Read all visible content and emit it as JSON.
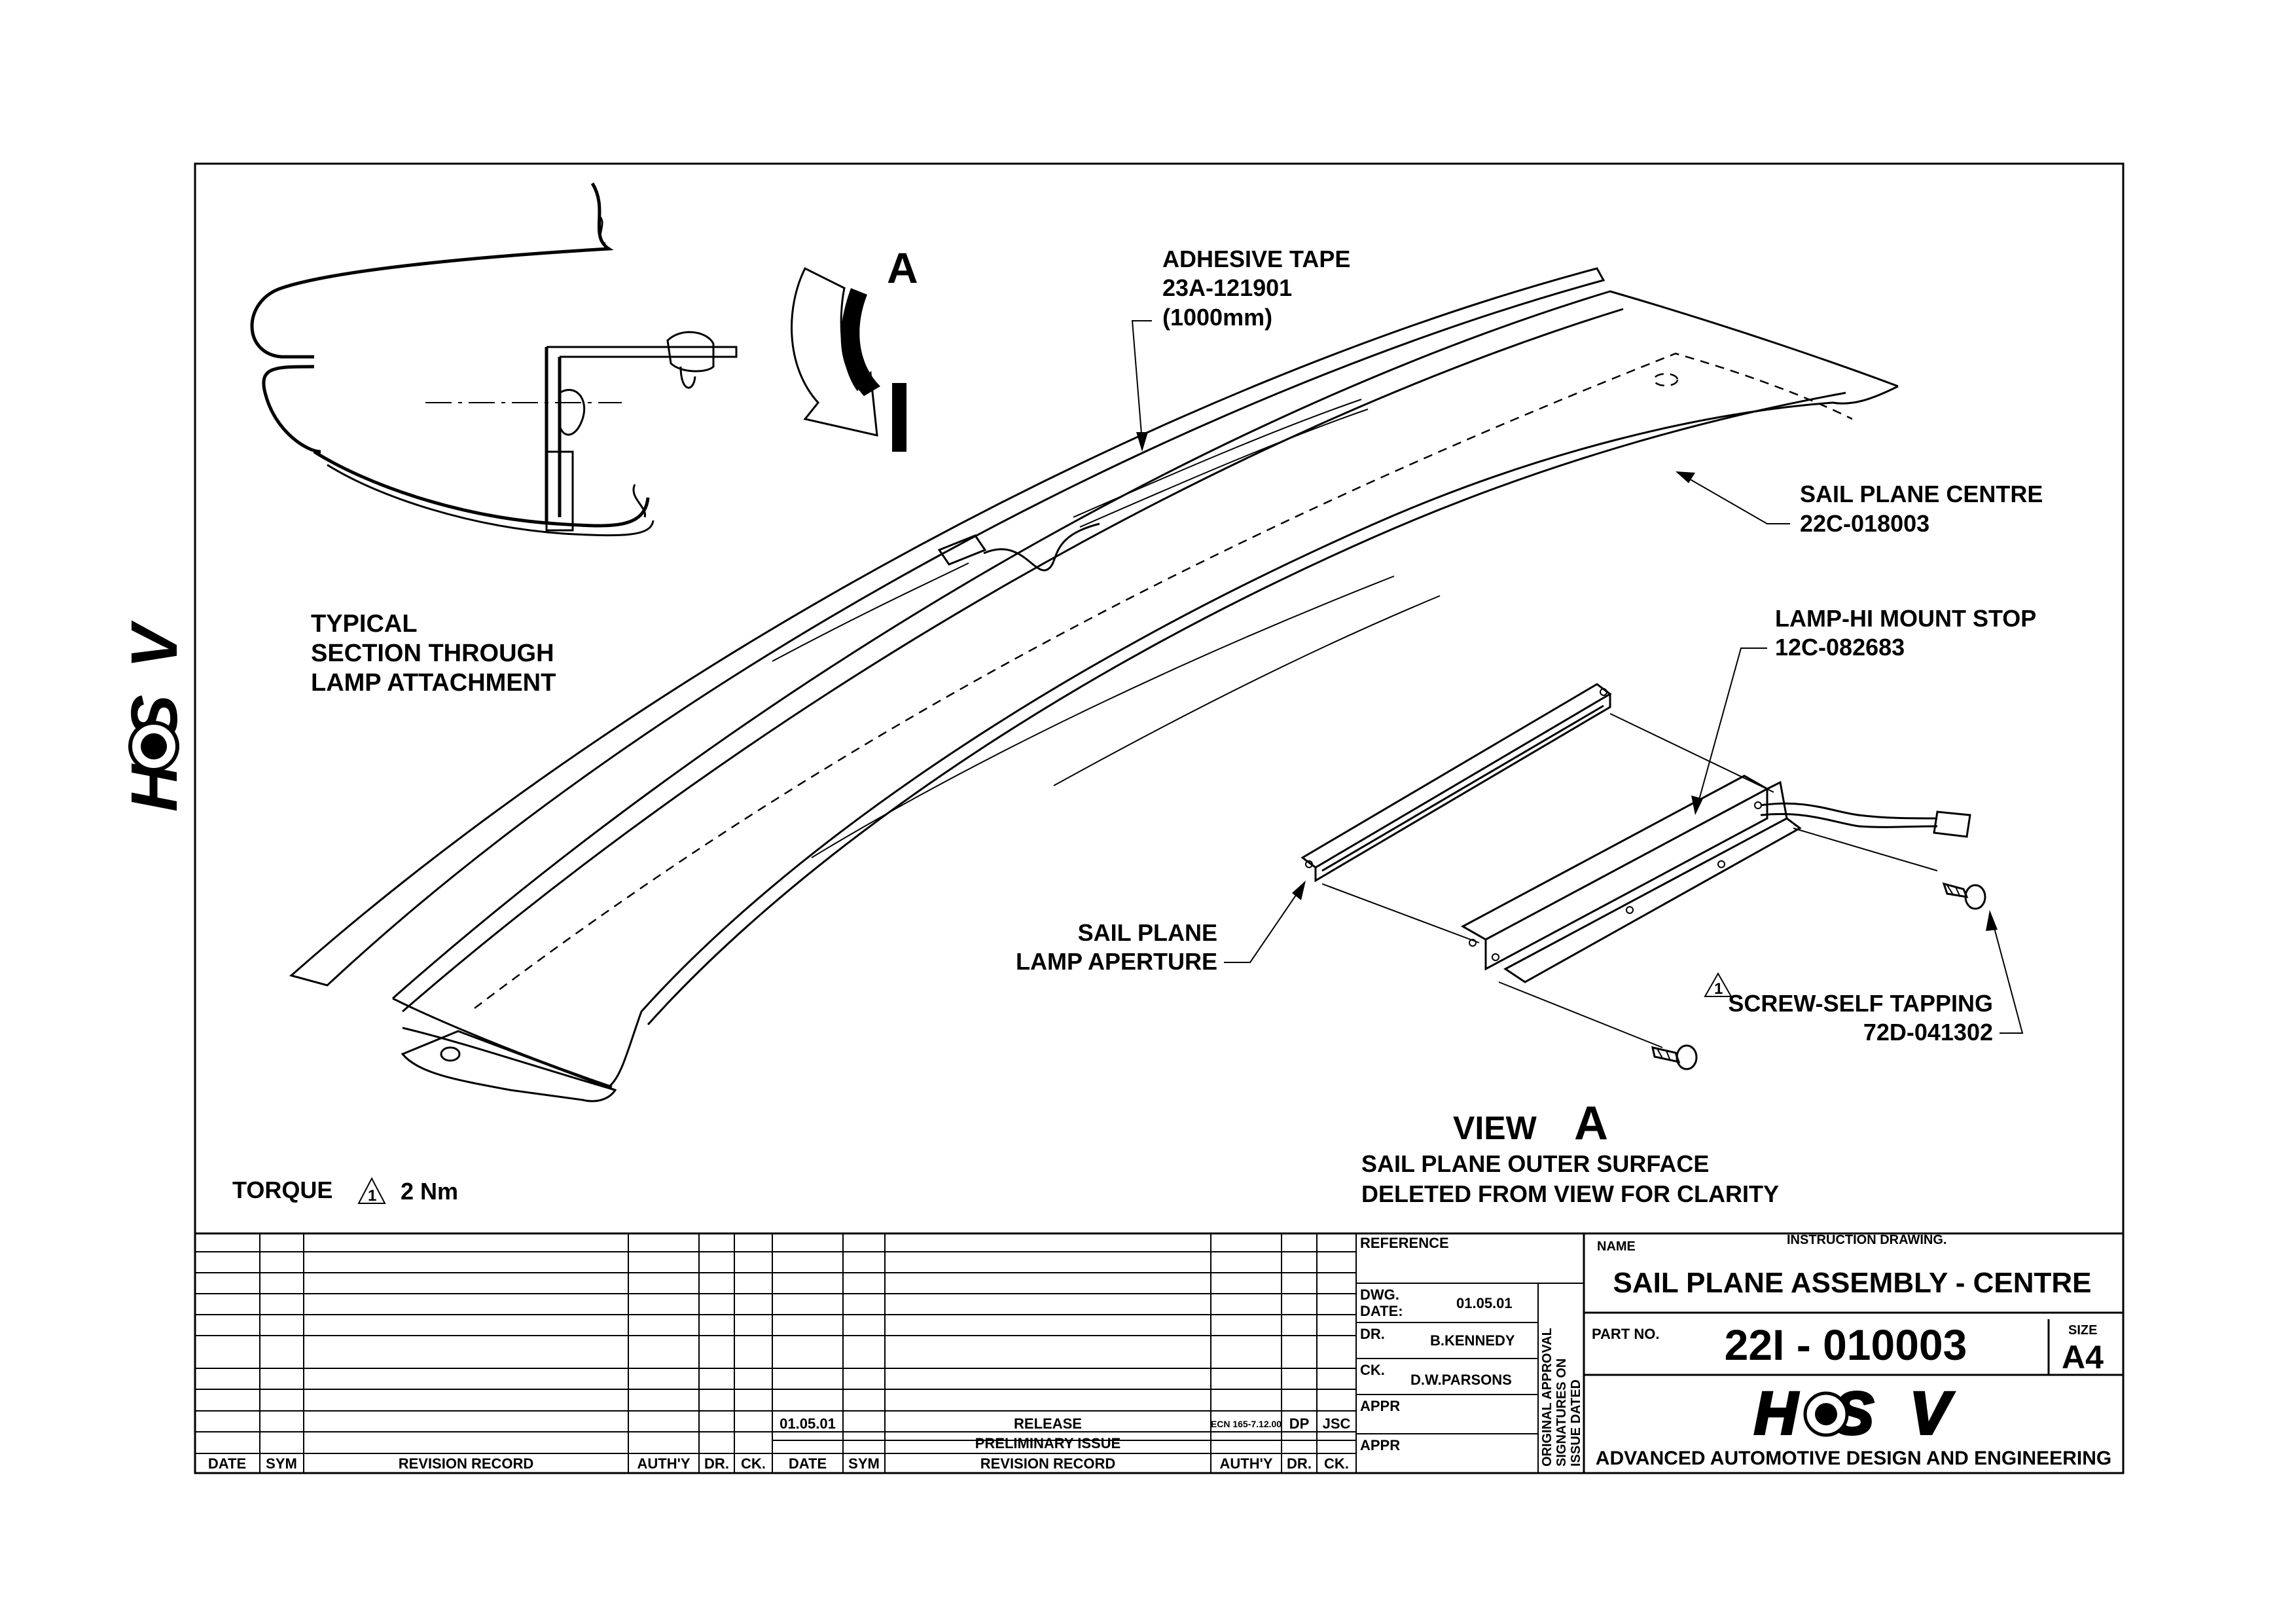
{
  "section_caption": [
    "TYPICAL",
    "SECTION THROUGH",
    "LAMP ATTACHMENT"
  ],
  "view_marker": "A",
  "callouts": {
    "adhesive_tape": [
      "ADHESIVE TAPE",
      "23A-121901",
      "(1000mm)"
    ],
    "sail_plane_centre": [
      "SAIL PLANE CENTRE",
      "22C-018003"
    ],
    "lamp_mount_stop": [
      "LAMP-HI MOUNT STOP",
      "12C-082683"
    ],
    "lamp_aperture": [
      "SAIL PLANE",
      "LAMP APERTURE"
    ],
    "screw": [
      "SCREW-SELF TAPPING",
      "72D-041302"
    ]
  },
  "view_title": {
    "word": "VIEW",
    "letter": "A"
  },
  "view_note": [
    "SAIL PLANE OUTER SURFACE",
    "DELETED FROM VIEW FOR CLARITY"
  ],
  "torque": {
    "label": "TORQUE",
    "note_number": "1",
    "value": "2 Nm"
  },
  "screw_note_number": "1",
  "side_logo": "HSV",
  "revision_table": {
    "headers_left": [
      "DATE",
      "SYM",
      "REVISION RECORD",
      "AUTH'Y",
      "DR.",
      "CK."
    ],
    "headers_right": [
      "DATE",
      "SYM",
      "REVISION RECORD",
      "AUTH'Y",
      "DR.",
      "CK."
    ],
    "entry": {
      "date": "01.05.01",
      "record": "RELEASE",
      "authy": "ECN 165-7.12.00",
      "dr": "DP",
      "ck": "JSC"
    },
    "preliminary": "PRELIMINARY ISSUE"
  },
  "approval": {
    "reference": "REFERENCE",
    "dwg_date_label": [
      "DWG.",
      "DATE:"
    ],
    "dwg_date": "01.05.01",
    "dr_label": "DR.",
    "dr": "B.KENNEDY",
    "ck_label": "CK.",
    "ck": "D.W.PARSONS",
    "appr1": "APPR",
    "appr2": "APPR",
    "vertical_note": [
      "ORIGINAL APPROVAL",
      "SIGNATURES ON",
      "ISSUE DATED"
    ]
  },
  "title_block": {
    "name_label": "NAME",
    "drawing_type": "INSTRUCTION DRAWING.",
    "name": "SAIL PLANE ASSEMBLY - CENTRE",
    "part_label": "PART NO.",
    "part_no": "22I - 010003",
    "size_label": "SIZE",
    "size": "A4",
    "logo": "HSV",
    "company": "ADVANCED AUTOMOTIVE DESIGN AND ENGINEERING"
  }
}
